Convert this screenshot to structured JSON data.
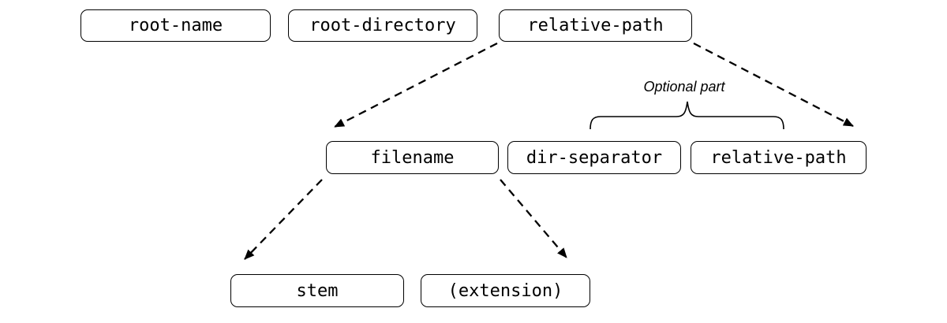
{
  "diagram": {
    "background_color": "#ffffff",
    "line_color": "#000000",
    "text_color": "#000000",
    "optional": {
      "label": "Optional part",
      "covers": [
        "dir-separator",
        "relative-path"
      ]
    },
    "nodes": [
      {
        "id": "root-name",
        "label": "root-name",
        "row": 1
      },
      {
        "id": "root-directory",
        "label": "root-directory",
        "row": 1
      },
      {
        "id": "relative-path-top",
        "label": "relative-path",
        "row": 1
      },
      {
        "id": "filename",
        "label": "filename",
        "row": 2
      },
      {
        "id": "dir-separator",
        "label": "dir-separator",
        "row": 2
      },
      {
        "id": "relative-path-child",
        "label": "relative-path",
        "row": 2
      },
      {
        "id": "stem",
        "label": "stem",
        "row": 3
      },
      {
        "id": "extension",
        "label": "(extension)",
        "row": 3
      }
    ],
    "edges": [
      {
        "from": "relative-path-top",
        "to": "filename",
        "type": "dashed-arrow"
      },
      {
        "from": "relative-path-top",
        "to": "relative-path-child",
        "type": "dashed-arrow"
      },
      {
        "from": "filename",
        "to": "stem",
        "type": "dashed-arrow"
      },
      {
        "from": "filename",
        "to": "extension",
        "type": "dashed-arrow"
      }
    ]
  }
}
